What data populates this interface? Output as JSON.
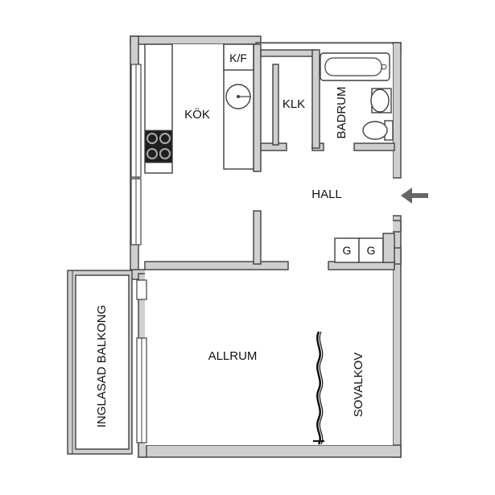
{
  "rooms": {
    "kitchen": "KÖK",
    "fridge_freezer": "K/F",
    "closet": "KLK",
    "bathroom": "BADRUM",
    "hall": "HALL",
    "wardrobe_1": "G",
    "wardrobe_2": "G",
    "living_room": "ALLRUM",
    "sleeping_alcove": "SOVALKOV",
    "balcony": "INGLASAD BALKONG"
  },
  "colors": {
    "wall": "#cfcfcf",
    "outline": "#404040",
    "arrow": "#666666"
  },
  "icons": {
    "entrance": "arrow-left-icon",
    "stove": "stove-icon",
    "sink": "sink-icon",
    "bathtub": "bathtub-icon",
    "washbasin": "washbasin-icon",
    "toilet": "toilet-icon",
    "curtain": "curtain-icon"
  }
}
